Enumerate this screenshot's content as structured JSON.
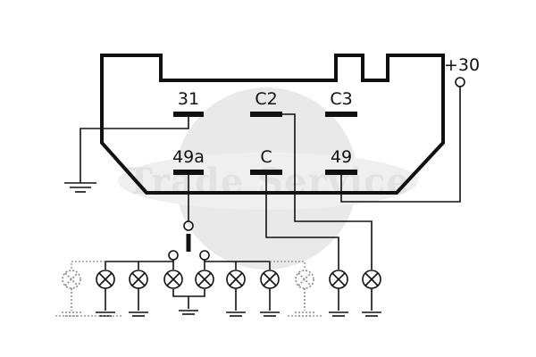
{
  "terminals": {
    "t31": "31",
    "tC2": "C2",
    "tC3": "C3",
    "t49a": "49a",
    "tC": "C",
    "t49": "49",
    "plus30": "+30"
  },
  "watermark": "Trade Service",
  "colors": {
    "line": "#111111",
    "watermark_disc": "#e9e9e9",
    "watermark_text": "#e2e2e2",
    "optional": "#888888"
  }
}
